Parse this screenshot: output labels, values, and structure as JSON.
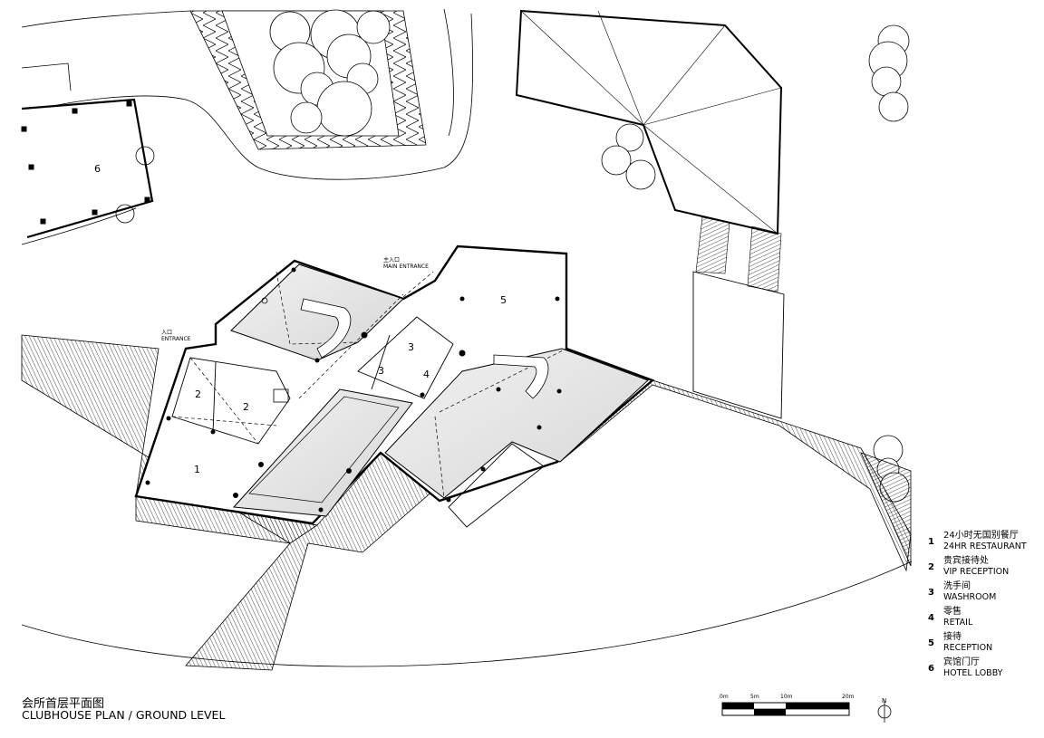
{
  "title": {
    "cn": "会所首层平面图",
    "en": "CLUBHOUSE  PLAN / GROUND LEVEL"
  },
  "legend": [
    {
      "num": "1",
      "cn": "24小时无国别餐厅",
      "en": "24HR RESTAURANT"
    },
    {
      "num": "2",
      "cn": "贵宾接待处",
      "en": "VIP RECEPTION"
    },
    {
      "num": "3",
      "cn": "洗手间",
      "en": "WASHROOM"
    },
    {
      "num": "4",
      "cn": "零售",
      "en": "RETAIL"
    },
    {
      "num": "5",
      "cn": "接待",
      "en": "RECEPTION"
    },
    {
      "num": "6",
      "cn": "宾馆门厅",
      "en": "HOTEL LOBBY"
    }
  ],
  "room_labels": {
    "r1": "1",
    "r2a": "2",
    "r2b": "2",
    "r3a": "3",
    "r3b": "3",
    "r4": "4",
    "r5": "5",
    "r6": "6"
  },
  "entrances": {
    "main_cn": "主入口",
    "main_en": "MAIN ENTRANCE",
    "side_cn": "入口",
    "side_en": "ENTRANCE"
  },
  "scale": {
    "l0": "0m",
    "l5": "5m",
    "l10": "10m",
    "l20": "20m"
  },
  "north": "N"
}
